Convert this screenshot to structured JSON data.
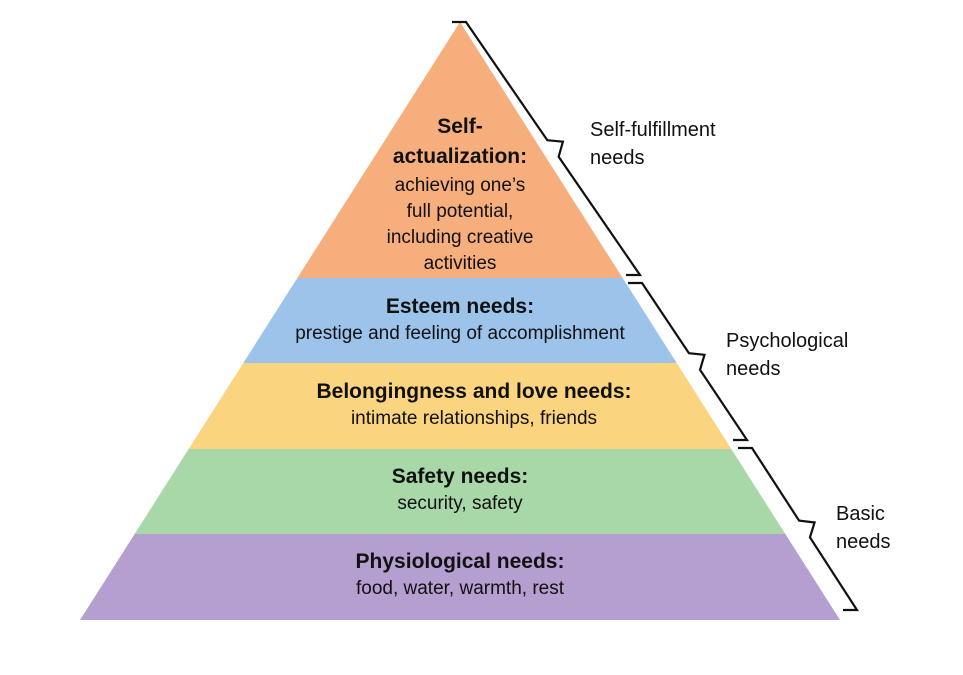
{
  "levels": [
    {
      "key": "self-actualization",
      "title_lines": [
        "Self-",
        "actualization:"
      ],
      "desc_lines": [
        "achieving one’s",
        "full potential,",
        "including creative",
        "activities"
      ],
      "color": "#F6AE7C"
    },
    {
      "key": "esteem",
      "title_lines": [
        "Esteem needs:"
      ],
      "desc_lines": [
        "prestige and feeling of accomplishment"
      ],
      "color": "#9CC3EA"
    },
    {
      "key": "belongingness",
      "title_lines": [
        "Belongingness and love needs:"
      ],
      "desc_lines": [
        "intimate relationships, friends"
      ],
      "color": "#FAD47E"
    },
    {
      "key": "safety",
      "title_lines": [
        "Safety needs:"
      ],
      "desc_lines": [
        "security, safety"
      ],
      "color": "#A8D8A8"
    },
    {
      "key": "physiological",
      "title_lines": [
        "Physiological needs:"
      ],
      "desc_lines": [
        "food, water, warmth, rest"
      ],
      "color": "#B59ED0"
    }
  ],
  "groups": [
    {
      "key": "self-fulfillment",
      "label_lines": [
        "Self-fulfillment",
        "needs"
      ]
    },
    {
      "key": "psychological",
      "label_lines": [
        "Psychological",
        "needs"
      ]
    },
    {
      "key": "basic",
      "label_lines": [
        "Basic",
        "needs"
      ]
    }
  ]
}
